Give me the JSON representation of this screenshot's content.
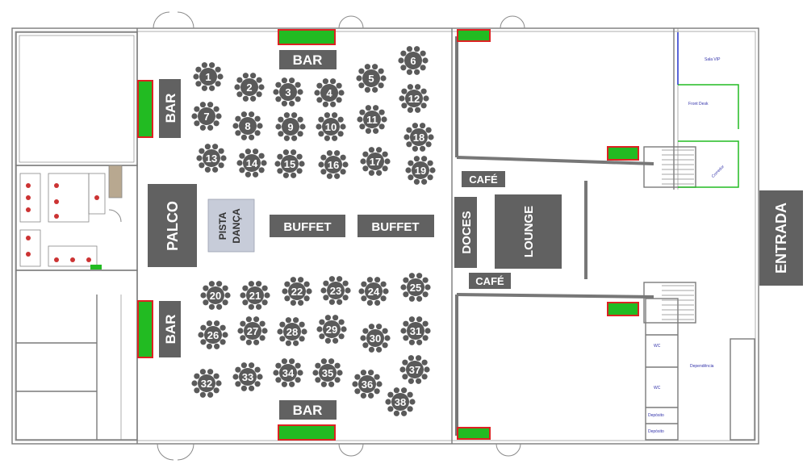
{
  "labels": {
    "bar_top": "BAR",
    "bar_bottom": "BAR",
    "bar_left_top": "BAR",
    "bar_left_bottom": "BAR",
    "palco": "PALCO",
    "pista_line1": "PISTA",
    "pista_line2": "DANÇA",
    "buffet_1": "BUFFET",
    "buffet_2": "BUFFET",
    "doces": "DOCES",
    "lounge": "LOUNGE",
    "cafe_top": "CAFÉ",
    "cafe_bottom": "CAFÉ",
    "entrada": "ENTRADA"
  },
  "tables": [
    "1",
    "2",
    "3",
    "4",
    "5",
    "6",
    "7",
    "8",
    "9",
    "10",
    "11",
    "12",
    "13",
    "14",
    "15",
    "16",
    "17",
    "18",
    "19",
    "20",
    "21",
    "22",
    "23",
    "24",
    "25",
    "26",
    "27",
    "28",
    "29",
    "30",
    "31",
    "32",
    "33",
    "34",
    "35",
    "36",
    "37",
    "38"
  ],
  "colors": {
    "block": "#616161",
    "table": "#5a5a5a",
    "pista": "#c7ccd9",
    "wall": "#777777",
    "fixture_green": "#22bb22",
    "fixture_red": "#dd2222",
    "fixture_blue": "#2233cc"
  },
  "small_room_labels": {
    "sala": "Sala VIP",
    "front_desk": "Front Desk",
    "corridor": "Corredor",
    "wc1": "WC",
    "wc2": "WC",
    "dep": "Dependência",
    "deposito1": "Depósito",
    "deposito2": "Depósito"
  }
}
